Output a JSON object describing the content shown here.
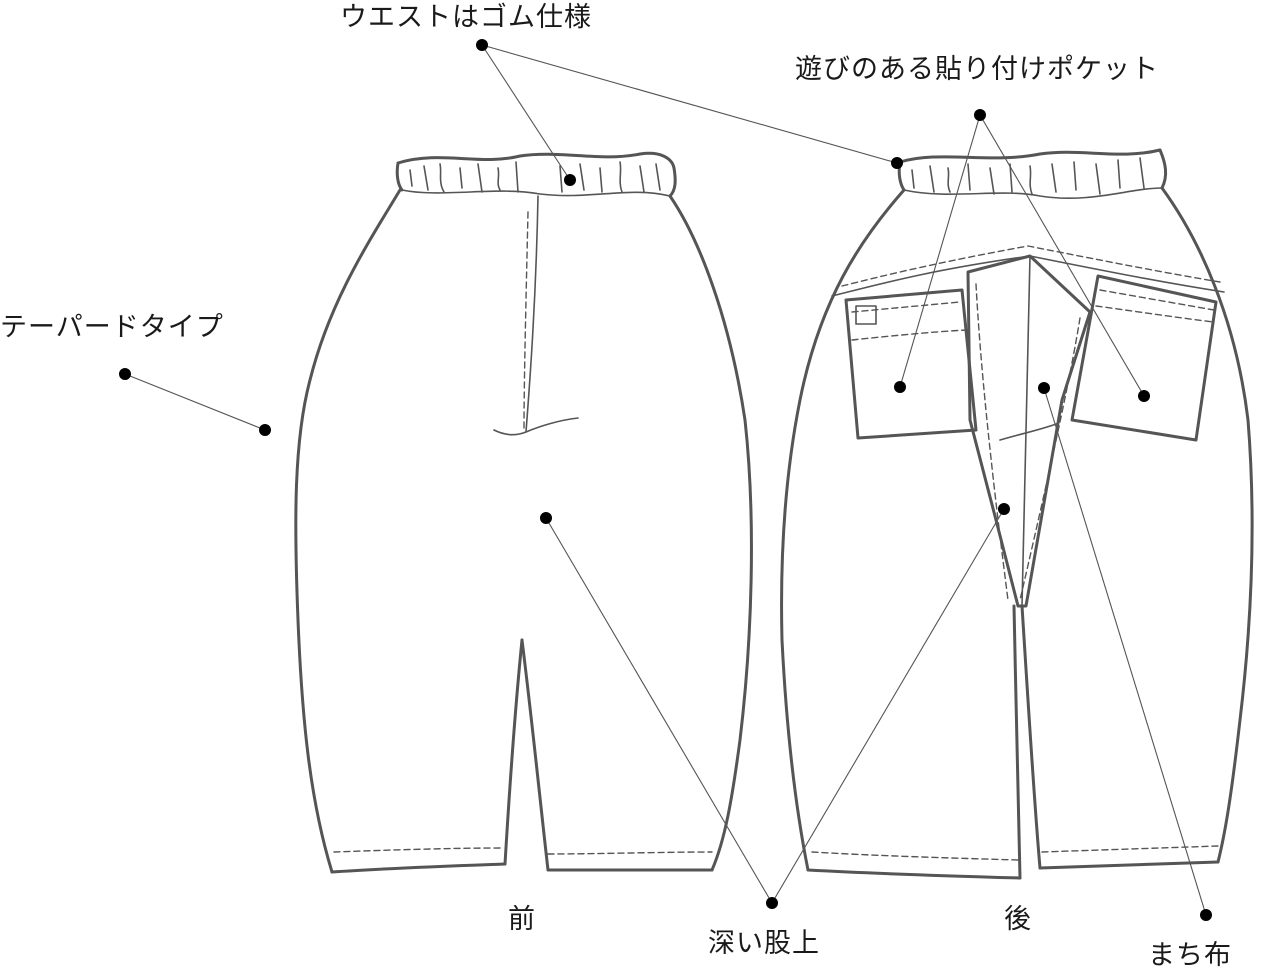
{
  "labels": {
    "waist": "ウエストはゴム仕様",
    "pocket": "遊びのある貼り付けポケット",
    "tapered": "テーパードタイプ",
    "front": "前",
    "crotch": "深い股上",
    "back": "後",
    "gusset": "まち布"
  },
  "colors": {
    "line": "#555555",
    "dot": "#000000",
    "text": "#1a1a1a",
    "background": "#ffffff"
  }
}
